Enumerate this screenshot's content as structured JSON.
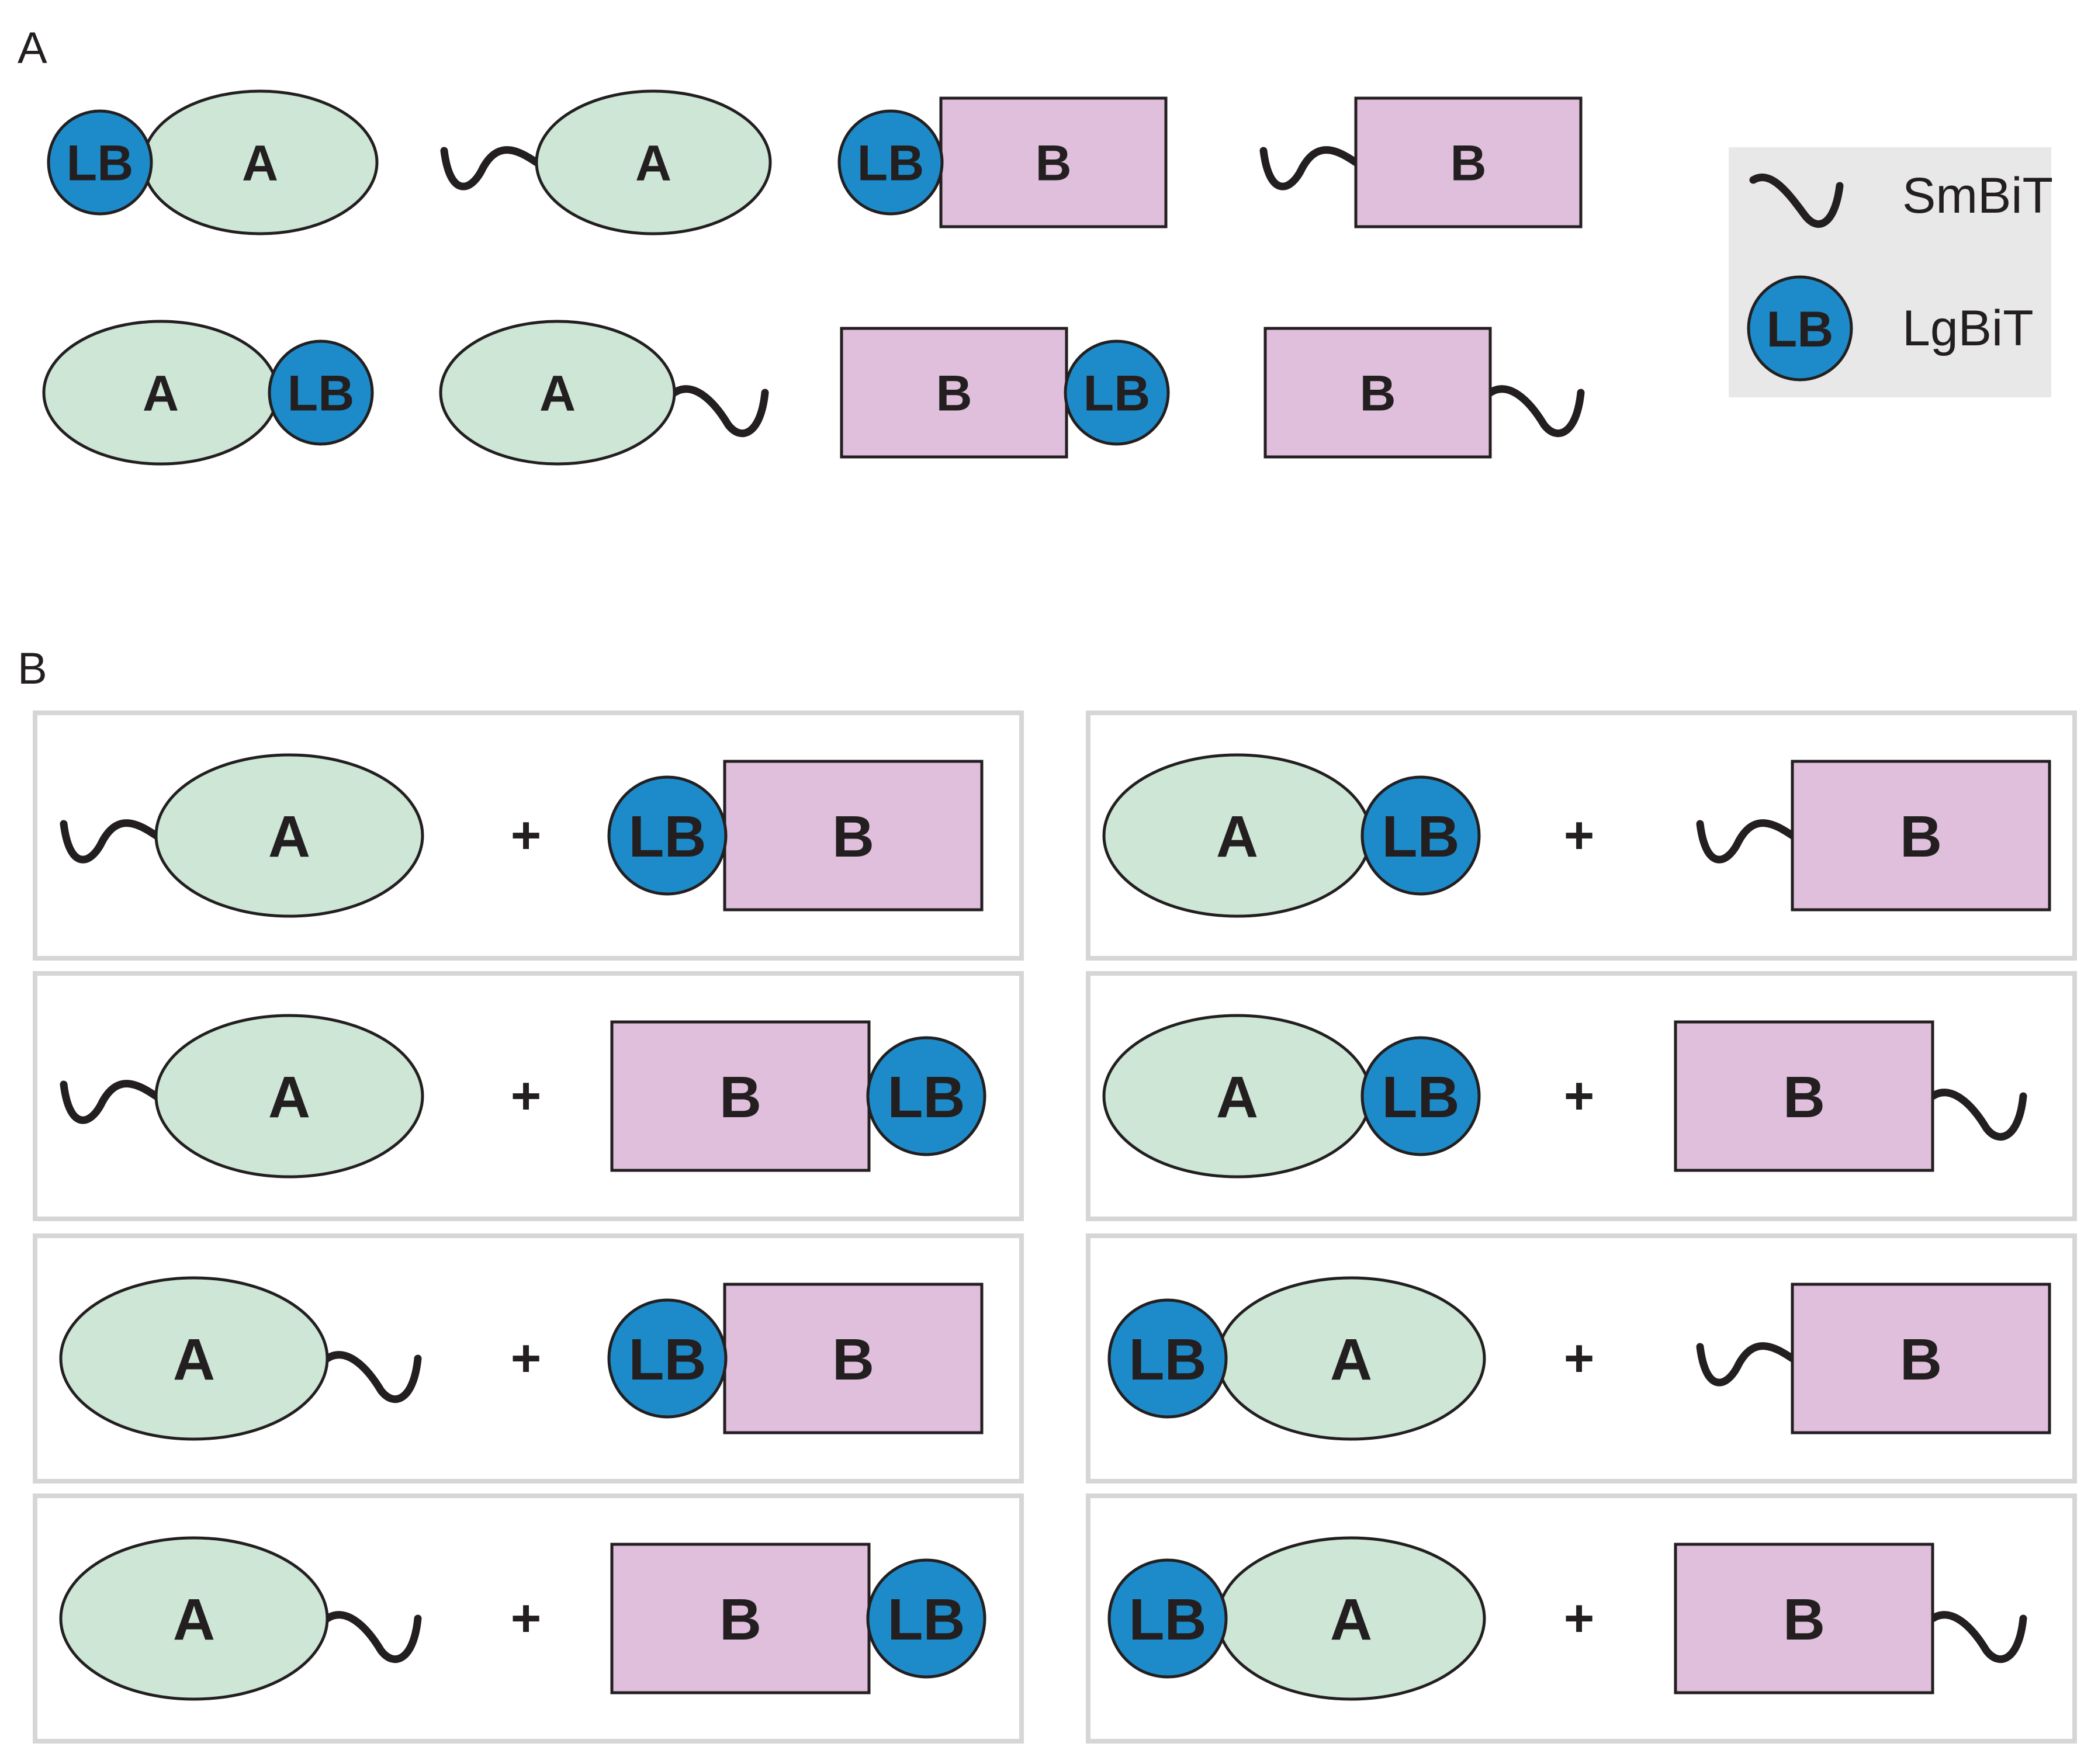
{
  "colors": {
    "protein_a": "#cde6d6",
    "protein_b": "#e0bfdc",
    "lgbit": "#1d8bc9",
    "outline": "#231f20",
    "legend_bg": "#e8e8e8",
    "panel_border": "#d6d6d6"
  },
  "panels": {
    "a": "A",
    "b": "B"
  },
  "labels": {
    "protein_a": "A",
    "protein_b": "B",
    "lgbit_short": "LB",
    "plus": "+"
  },
  "legend": {
    "smbit": {
      "icon": "smbit-tail-icon",
      "label": "SmBiT"
    },
    "lgbit": {
      "icon": "lgbit-circle-icon",
      "short": "LB",
      "label": "LgBiT"
    }
  },
  "panel_a_constructs": [
    {
      "protein": "A",
      "tag": "LgBiT",
      "terminus": "N"
    },
    {
      "protein": "A",
      "tag": "SmBiT",
      "terminus": "N"
    },
    {
      "protein": "B",
      "tag": "LgBiT",
      "terminus": "N"
    },
    {
      "protein": "B",
      "tag": "SmBiT",
      "terminus": "N"
    },
    {
      "protein": "A",
      "tag": "LgBiT",
      "terminus": "C"
    },
    {
      "protein": "A",
      "tag": "SmBiT",
      "terminus": "C"
    },
    {
      "protein": "B",
      "tag": "LgBiT",
      "terminus": "C"
    },
    {
      "protein": "B",
      "tag": "SmBiT",
      "terminus": "C"
    }
  ],
  "panel_b_pairs": [
    {
      "a": {
        "tag": "SmBiT",
        "terminus": "N"
      },
      "b": {
        "tag": "LgBiT",
        "terminus": "N"
      }
    },
    {
      "a": {
        "tag": "LgBiT",
        "terminus": "C"
      },
      "b": {
        "tag": "SmBiT",
        "terminus": "N"
      }
    },
    {
      "a": {
        "tag": "SmBiT",
        "terminus": "N"
      },
      "b": {
        "tag": "LgBiT",
        "terminus": "C"
      }
    },
    {
      "a": {
        "tag": "LgBiT",
        "terminus": "C"
      },
      "b": {
        "tag": "SmBiT",
        "terminus": "C"
      }
    },
    {
      "a": {
        "tag": "SmBiT",
        "terminus": "C"
      },
      "b": {
        "tag": "LgBiT",
        "terminus": "N"
      }
    },
    {
      "a": {
        "tag": "LgBiT",
        "terminus": "N"
      },
      "b": {
        "tag": "SmBiT",
        "terminus": "N"
      }
    },
    {
      "a": {
        "tag": "SmBiT",
        "terminus": "C"
      },
      "b": {
        "tag": "LgBiT",
        "terminus": "C"
      }
    },
    {
      "a": {
        "tag": "LgBiT",
        "terminus": "N"
      },
      "b": {
        "tag": "SmBiT",
        "terminus": "C"
      }
    }
  ]
}
